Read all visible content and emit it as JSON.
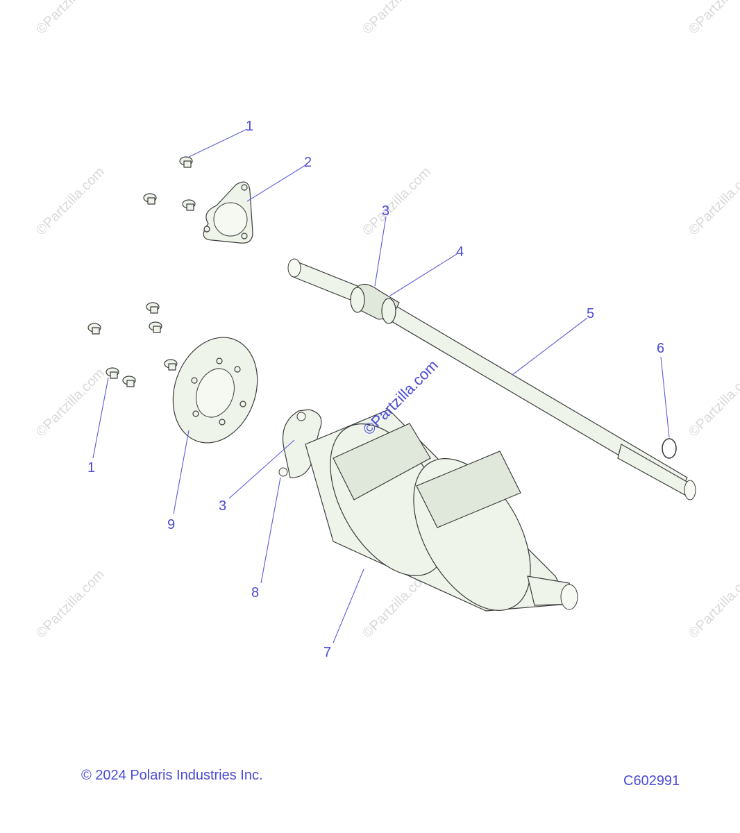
{
  "diagram": {
    "watermark": "©Partzilla.com",
    "callouts": [
      "1",
      "2",
      "3",
      "4",
      "5",
      "6",
      "1",
      "9",
      "3",
      "8",
      "7"
    ],
    "footer": {
      "copyright": "© 2024 Polaris Industries Inc.",
      "figure_id": "C602991"
    }
  }
}
